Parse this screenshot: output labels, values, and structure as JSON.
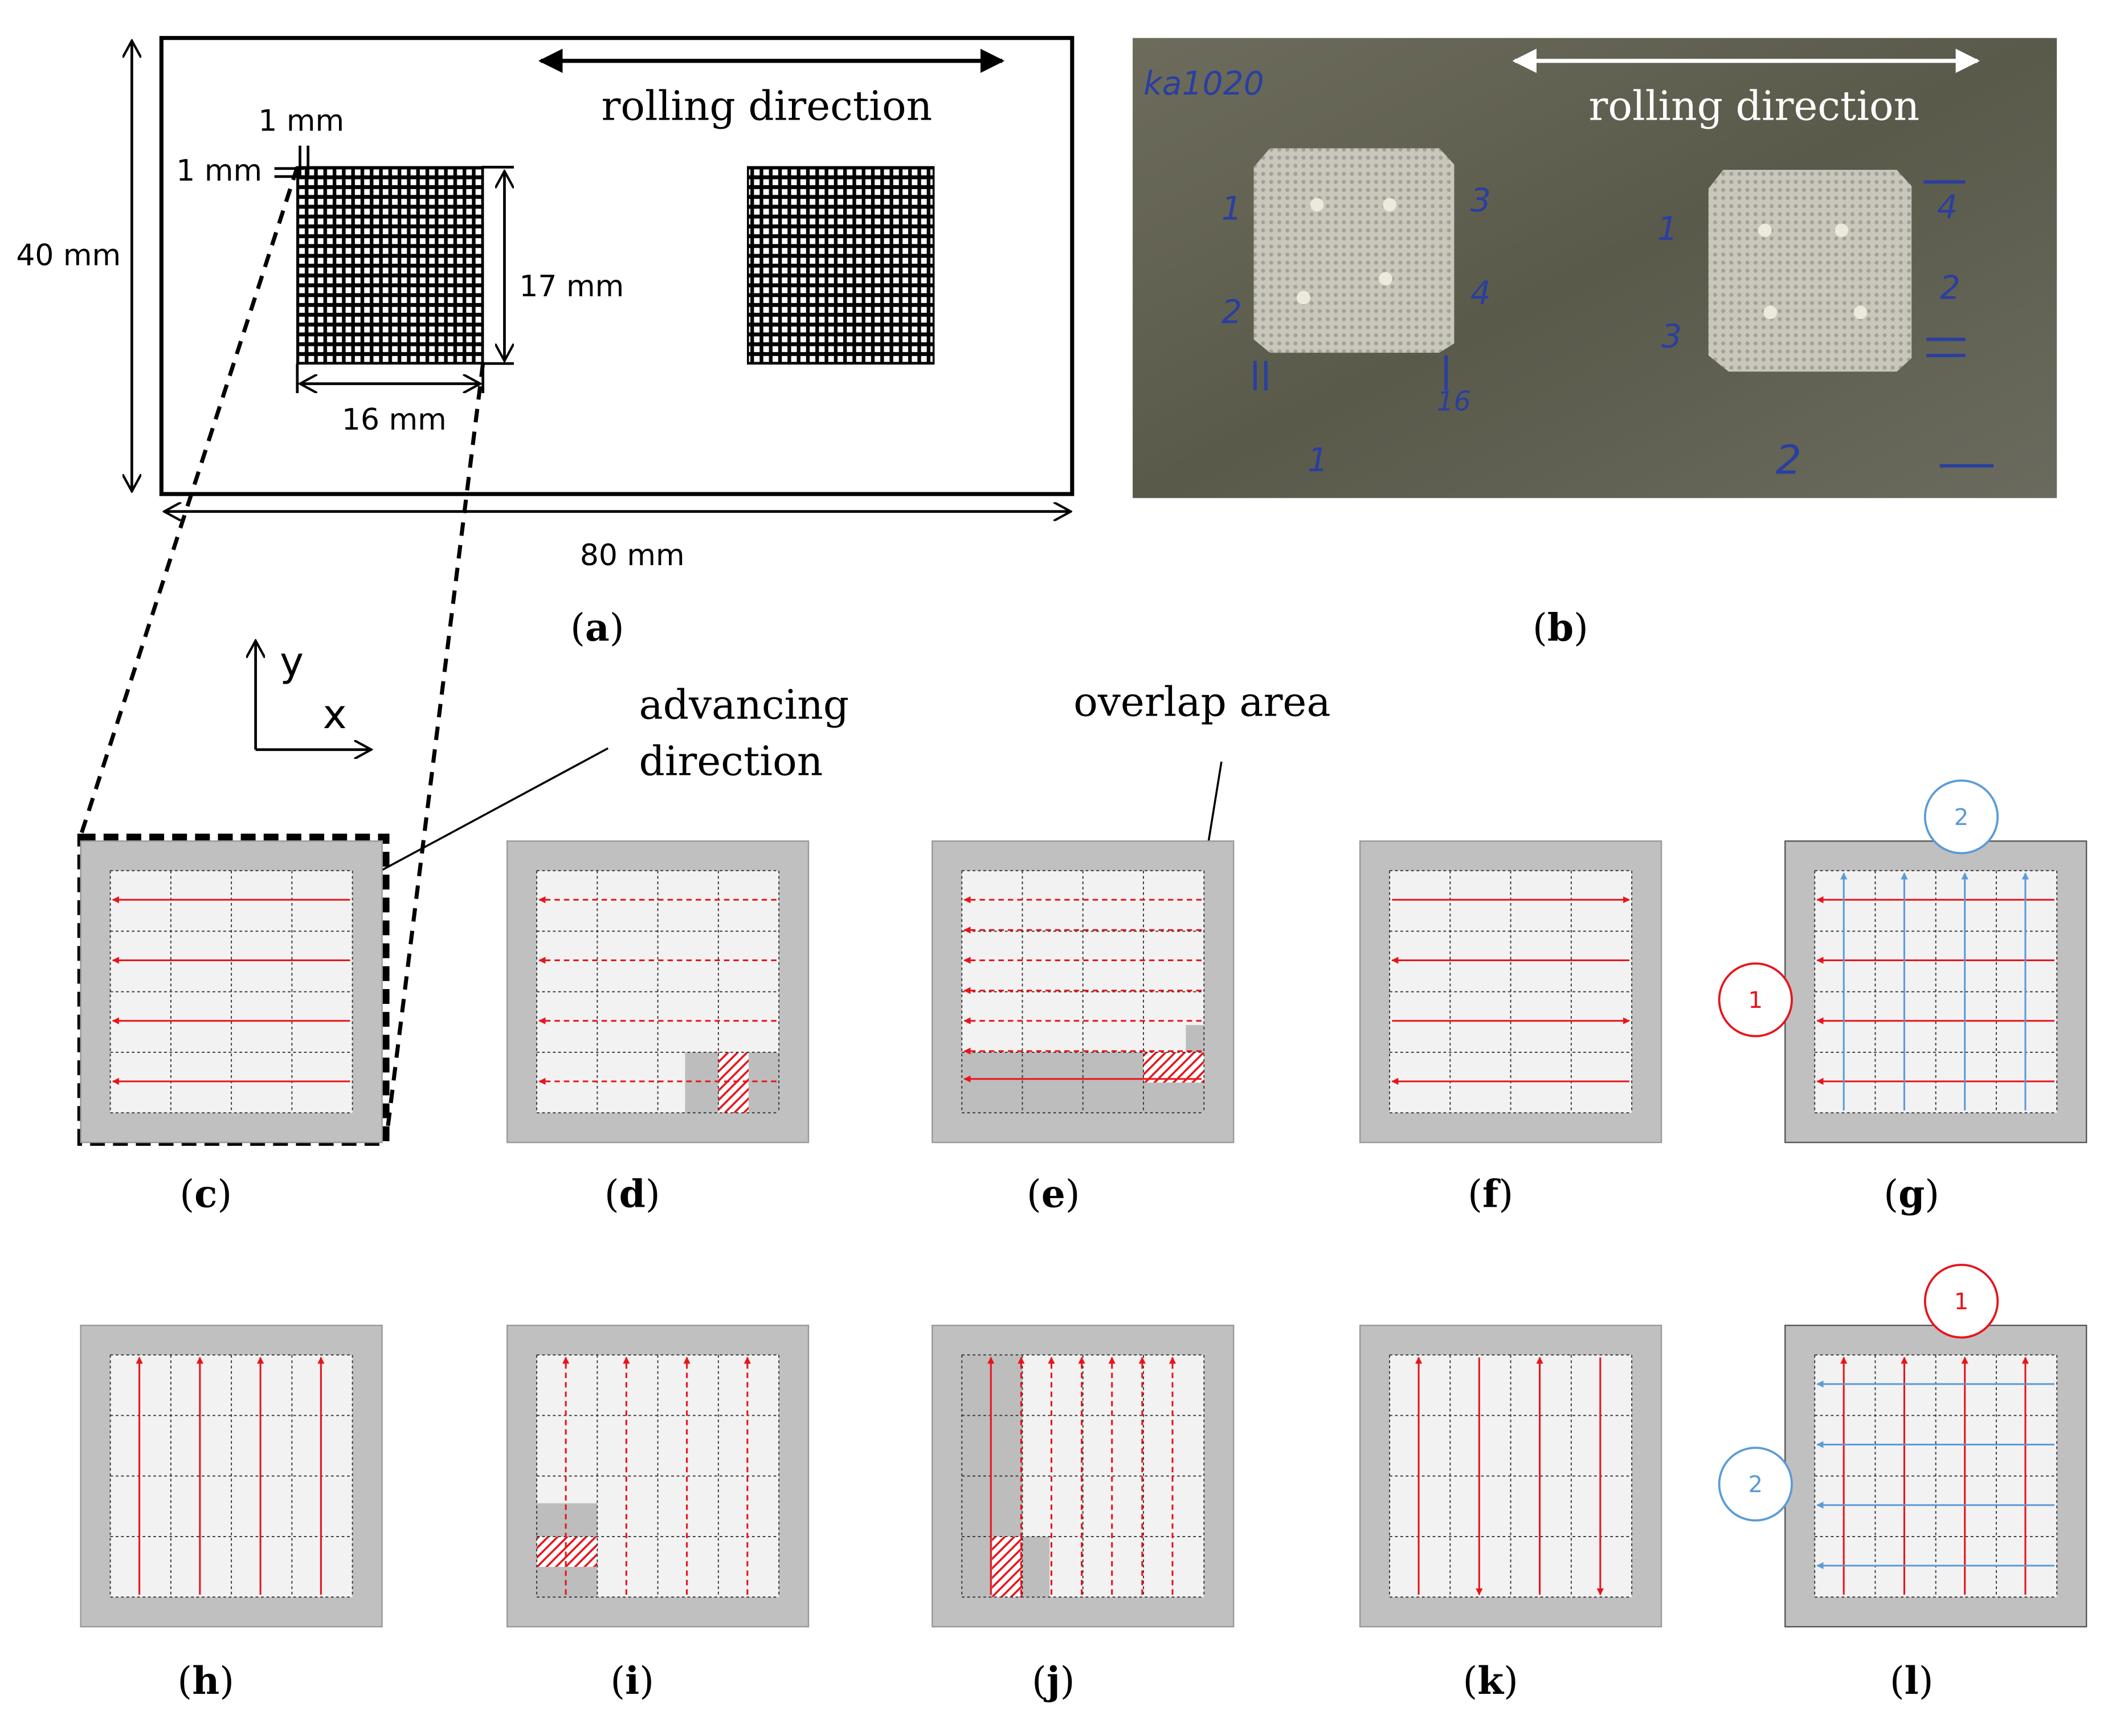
{
  "panel_a": {
    "rolling_label": "rolling direction",
    "dim_width": "80 mm",
    "dim_height": "40 mm",
    "dim_grid_w": "16 mm",
    "dim_grid_h": "17 mm",
    "dim_spacing_x": "1 mm",
    "dim_spacing_y": "1 mm",
    "caption": "a"
  },
  "panel_b": {
    "rolling_label": "rolling direction",
    "caption": "b",
    "handwritten": [
      "ka1020",
      "1",
      "2",
      "3",
      "4",
      "16",
      "1",
      "2",
      "3",
      "4",
      "2",
      "1"
    ]
  },
  "axes": {
    "y": "y",
    "x": "x"
  },
  "callouts": {
    "advancing": [
      "advancing",
      "direction"
    ],
    "overlap": "overlap area"
  },
  "captions_row1": [
    "c",
    "d",
    "e",
    "f",
    "g"
  ],
  "captions_row2": [
    "h",
    "i",
    "j",
    "k",
    "l"
  ],
  "order_badges": {
    "g": [
      "1",
      "2"
    ],
    "l": [
      "1",
      "2"
    ]
  },
  "colors": {
    "red": "#e8141b",
    "blue": "#5b9bd5",
    "frame": "#c0c0c0",
    "cell": "#f2f2f2",
    "photo_bg": "#5b5a4c"
  }
}
